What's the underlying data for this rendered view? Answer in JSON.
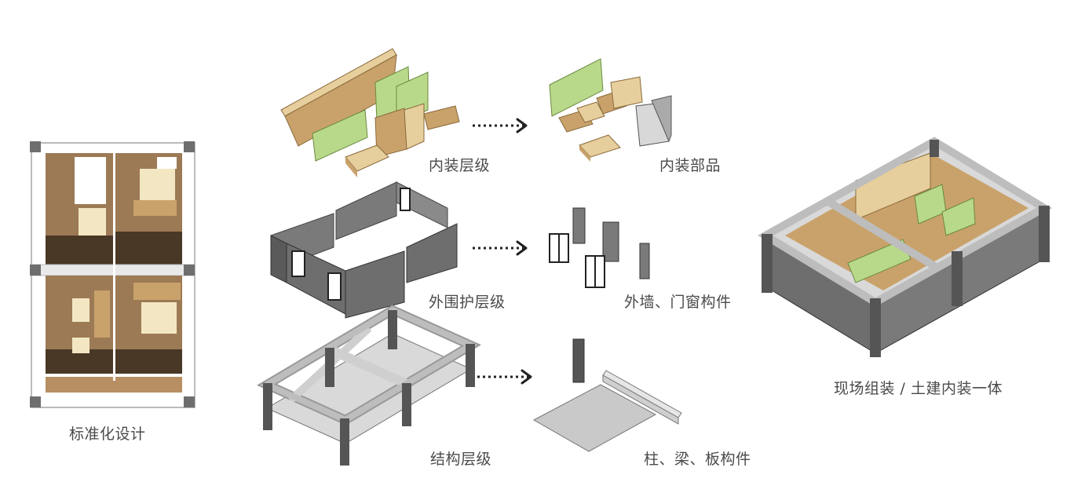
{
  "labels": {
    "standard_design": "标准化设计",
    "interior_level": "内装层级",
    "interior_parts": "内装部品",
    "envelope_level": "外围护层级",
    "envelope_parts": "外墙、门窗构件",
    "structure_level": "结构层级",
    "structure_parts": "柱、梁、板构件",
    "onsite_assembly": "现场组装 / 土建内装一体"
  },
  "colors": {
    "wood": "#c9a26b",
    "wood_light": "#e7cf9d",
    "wood_dark": "#8a6a3c",
    "green": "#b9d98a",
    "wall_gray": "#6e6e6e",
    "concrete": "#cfcfcf",
    "floor_brown": "#9c7a55",
    "dark_brown": "#4a3826"
  }
}
